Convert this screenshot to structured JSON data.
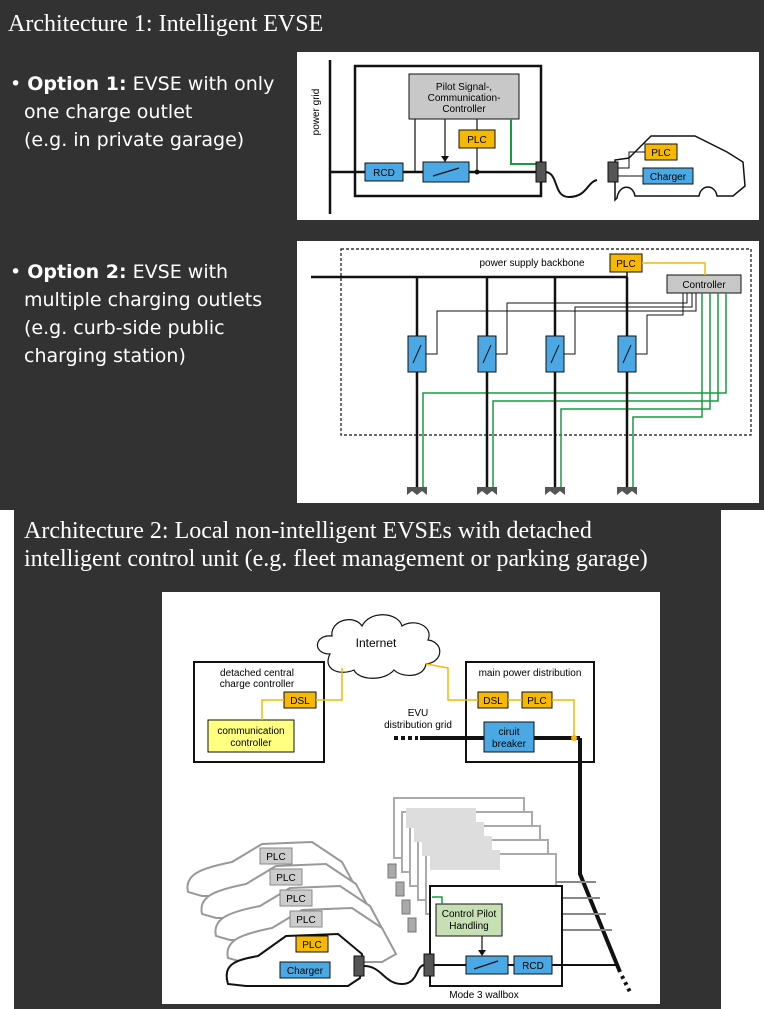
{
  "arch1": {
    "title": "Architecture 1: Intelligent EVSE",
    "option1": {
      "head": "Option 1:",
      "lines": [
        "EVSE with only",
        "one charge outlet",
        "(e.g. in private garage)"
      ]
    },
    "option2": {
      "head": "Option 2:",
      "lines": [
        "EVSE with",
        "multiple charging outlets",
        "(e.g. curb-side public",
        "charging station)"
      ]
    }
  },
  "diag1": {
    "power_grid": "power grid",
    "pilot": [
      "Pilot Signal-,",
      "Communication-",
      "Controller"
    ],
    "plc": "PLC",
    "rcd": "RCD",
    "car_plc": "PLC",
    "charger": "Charger"
  },
  "diag2": {
    "backbone": "power supply backbone",
    "plc": "PLC",
    "controller": "Controller"
  },
  "arch2": {
    "title_lines": [
      "Architecture 2: Local non-intelligent EVSEs with detached",
      "intelligent control unit (e.g. fleet management or parking garage)"
    ]
  },
  "diag3": {
    "internet": "Internet",
    "central_lines": [
      "detached central",
      "charge controller"
    ],
    "dsl_left": "DSL",
    "comm_lines": [
      "communication",
      "controller"
    ],
    "mpd": "main power distribution",
    "dsl_right": "DSL",
    "plc_right": "PLC",
    "evu_lines": [
      "EVU",
      "distribution grid"
    ],
    "breaker_lines": [
      "ciruit",
      "breaker"
    ],
    "plc_cars": [
      "PLC",
      "PLC",
      "PLC",
      "PLC"
    ],
    "front_plc": "PLC",
    "charger": "Charger",
    "cp_lines": [
      "Control Pilot",
      "Handling"
    ],
    "rcd": "RCD",
    "wallbox": "Mode 3 wallbox"
  },
  "colors": {
    "dark_bg": "#323232",
    "plc": "#f6b800",
    "blue": "#4aa9e4",
    "gray": "#c8c8c8",
    "green_line": "#1a9a40",
    "yellow_box": "#ffff80",
    "cp_green": "#c6e0b4"
  }
}
